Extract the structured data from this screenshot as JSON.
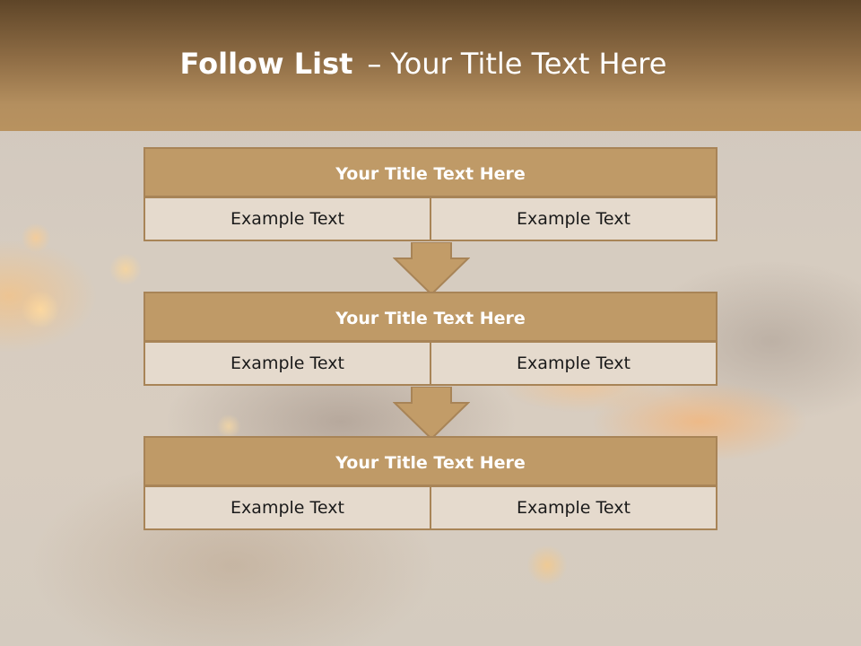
{
  "slide": {
    "title_bold": "Follow List",
    "title_dash": "–",
    "title_rest": "Your Title Text Here"
  },
  "steps": [
    {
      "title": "Your Title Text Here",
      "left": "Example Text",
      "right": "Example Text"
    },
    {
      "title": "Your Title Text Here",
      "left": "Example Text",
      "right": "Example Text"
    },
    {
      "title": "Your Title Text Here",
      "left": "Example Text",
      "right": "Example Text"
    }
  ],
  "colors": {
    "header_dark": "#5e4528",
    "header_light": "#b8925f",
    "box_title": "#bf9a67",
    "box_cell": "#e5dacd",
    "border": "#a88457",
    "arrow": "#c29c68"
  },
  "icons": {
    "connector": "down-arrow-icon"
  }
}
